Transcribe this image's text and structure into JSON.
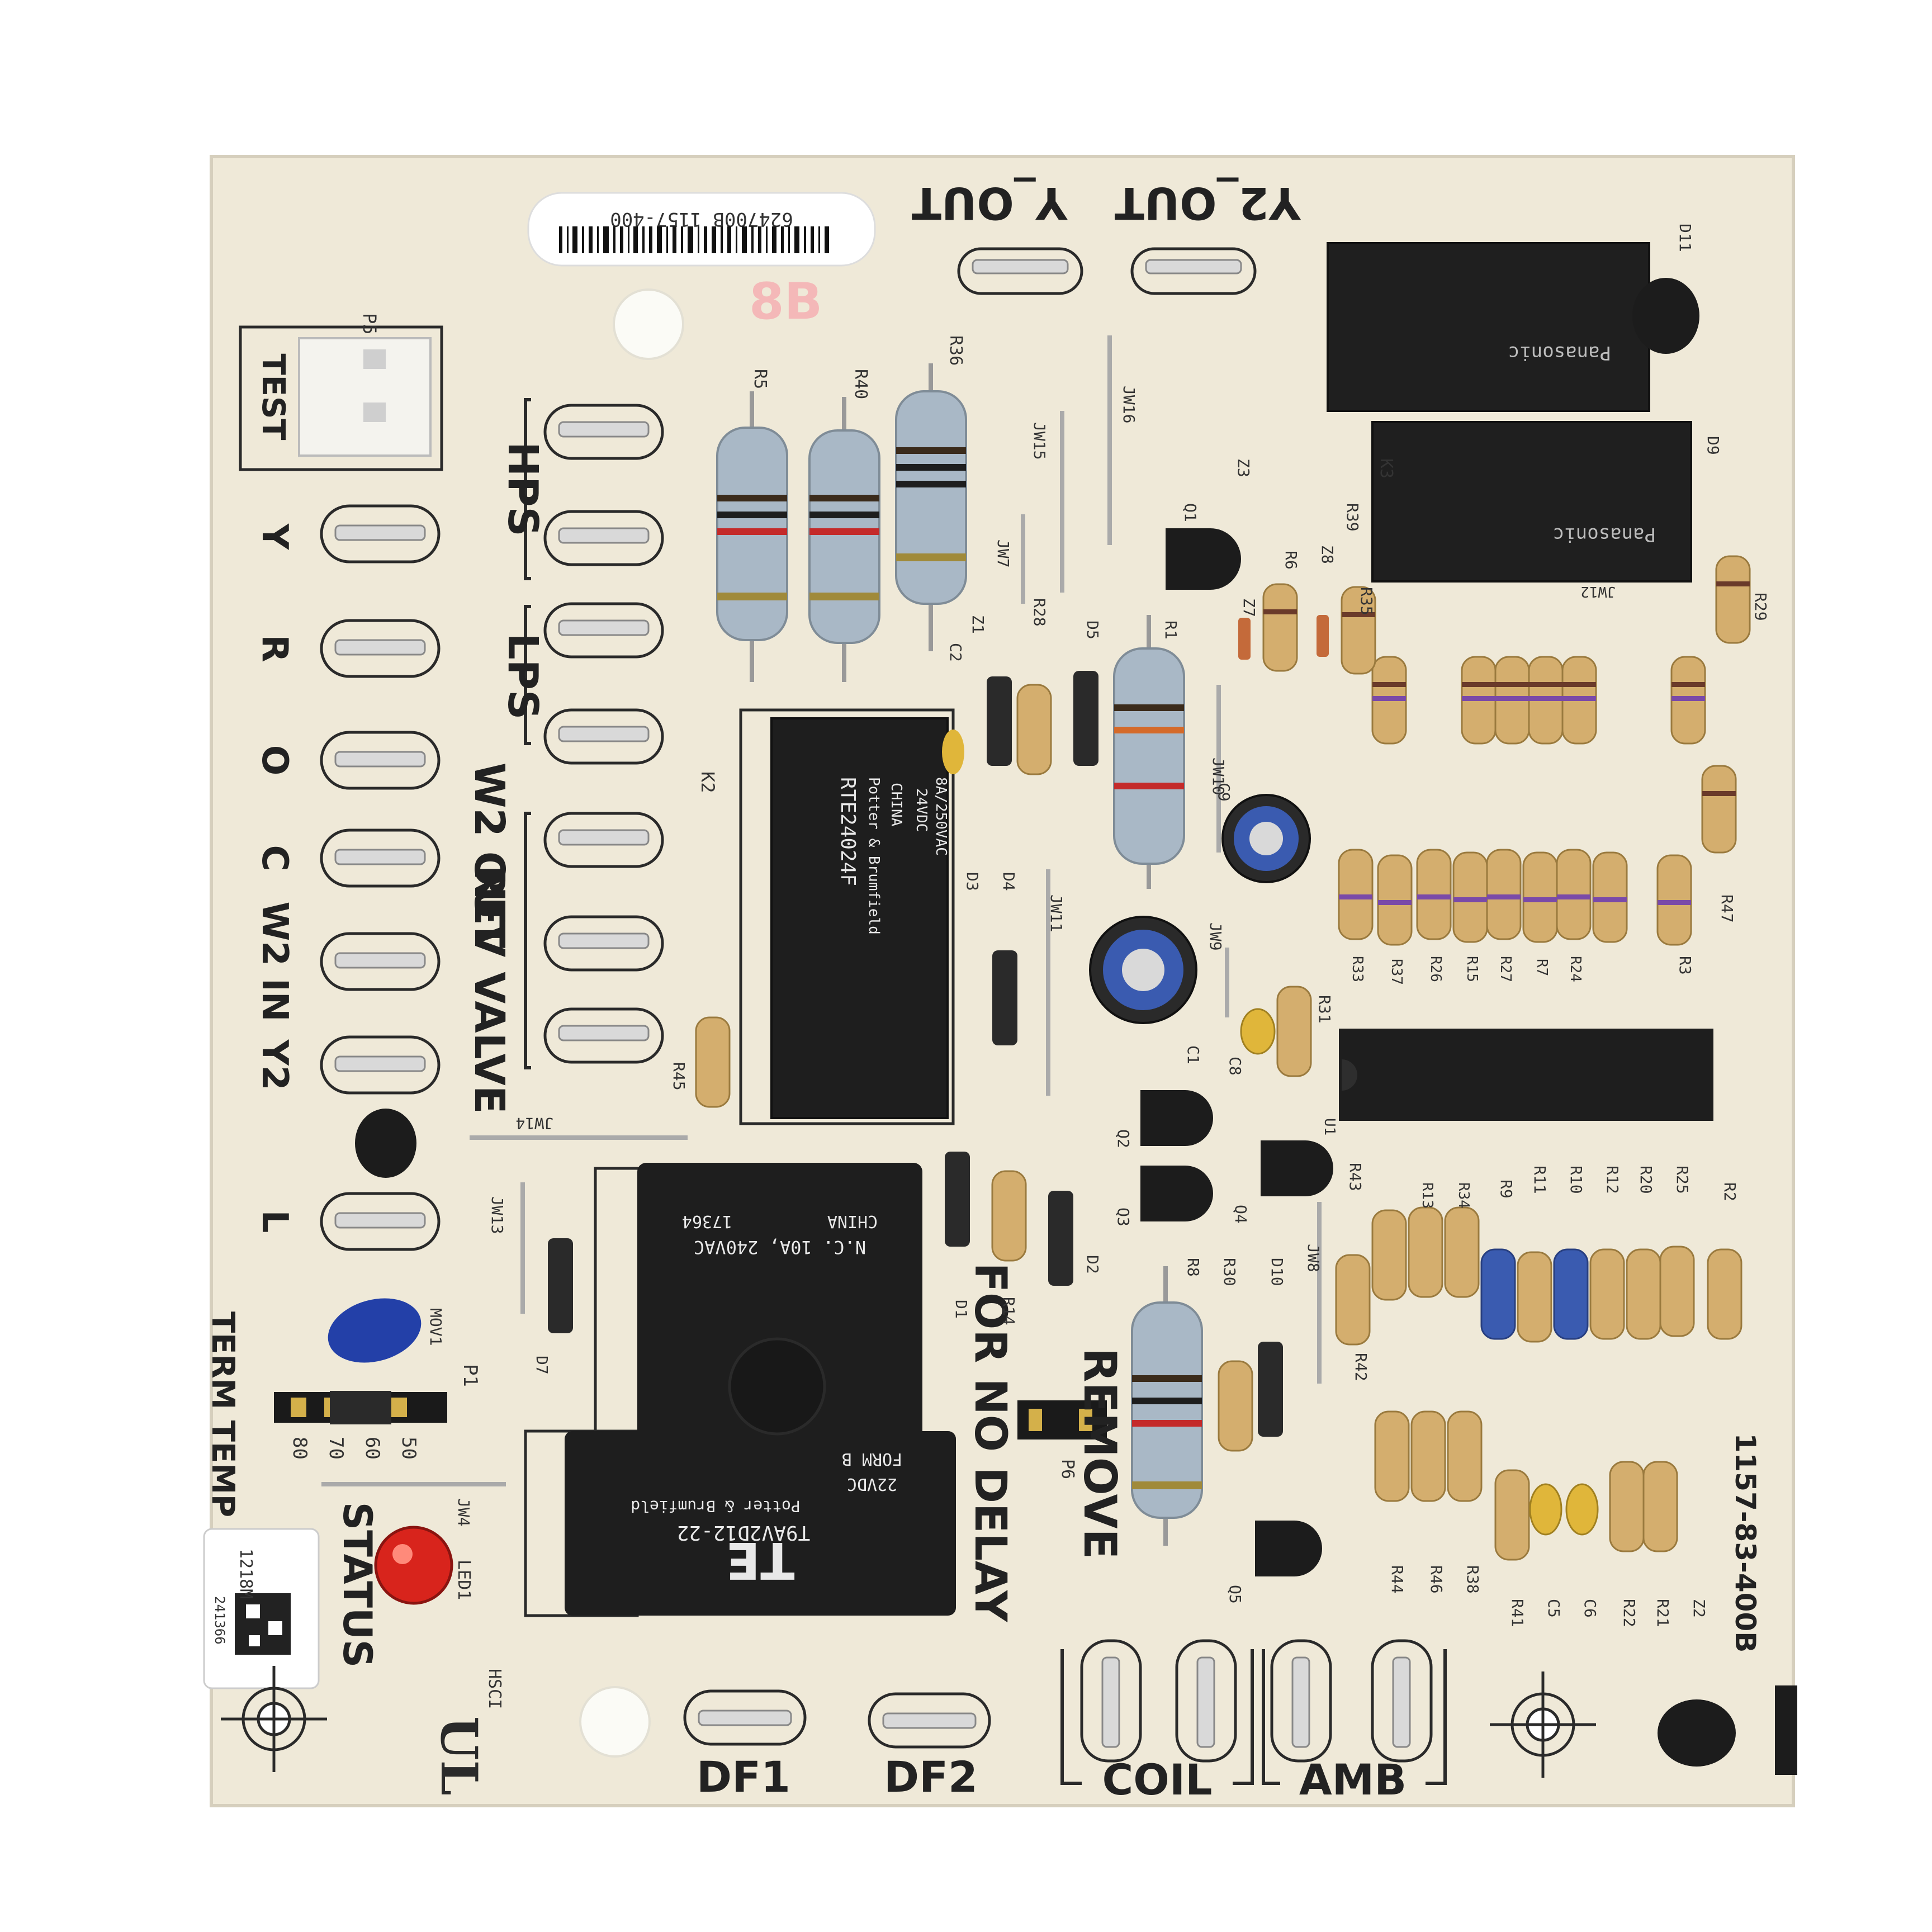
{
  "colors": {
    "board": "#efe9d8",
    "silkscreen": "#2a2a2a",
    "relay_black": "#1e1e1e",
    "resistor_body_blue": "#a9b8c6",
    "resistor_body_tan": "#d4ae6e",
    "terminal_metal": "#d9d9d9",
    "led_red": "#d8241c",
    "mov_blue": "#2340a8",
    "capacitor_blue": "#3a5bb0",
    "header_black": "#1a1a1a"
  },
  "label_sticker": {
    "text": "624700B 1157-400"
  },
  "date_sticker": {
    "code": "1218M",
    "serial": "241366"
  },
  "top_labels": [
    "Y2_OUT",
    "Y_OUT"
  ],
  "test_label": "TEST",
  "p5_label": "P5",
  "left_terminals": [
    "Y",
    "R",
    "O",
    "C",
    "W2 IN",
    "Y2",
    "L"
  ],
  "mid_labels": [
    "HPS",
    "LPS",
    "W2 OUT",
    "REV VALVE"
  ],
  "bottom_labels": [
    "DF1",
    "DF2",
    "COIL",
    "AMB"
  ],
  "status_label": "STATUS",
  "led_label": "LED1",
  "term_temp_label": "TERM TEMP",
  "temp_options": [
    "80",
    "70",
    "60",
    "50"
  ],
  "p1_label": "P1",
  "jw4_label": "JW4",
  "mov_label": "MOV1",
  "remove_label": "REMOVE",
  "for_no_delay_label": "FOR NO DELAY",
  "p6_label": "P6",
  "board_code": "1157-83-400B",
  "hsci_label": "HSCI",
  "relay_k2": {
    "model": "RTE24024F",
    "brand": "Potter & Brumfield",
    "origin": "CHINA",
    "coil": "24VDC",
    "rating": "8A/250VAC",
    "ref": "K2"
  },
  "relay_k1": {
    "brand_logo": "TE",
    "model": "T9AV2D12-22",
    "maker": "Potter & Brumfield",
    "coil": "22VDC",
    "form": "FORM B",
    "rating": "N.C. 10A, 240VAC",
    "code": "17364",
    "origin": "CHINA"
  },
  "relay_k3": {
    "brand": "Panasonic",
    "ref": "K3"
  },
  "relay_k4": {
    "brand": "Panasonic"
  },
  "component_refs": [
    "R5",
    "R40",
    "R36",
    "JW16",
    "JW15",
    "JW7",
    "R28",
    "Z1",
    "C2",
    "D5",
    "R1",
    "JW10",
    "C9",
    "D3",
    "D4",
    "JW11",
    "JW9",
    "C1",
    "C8",
    "R31",
    "R45",
    "JW14",
    "JW13",
    "D7",
    "D1",
    "R14",
    "D2",
    "R8",
    "R30",
    "D10",
    "JW8",
    "R43",
    "R42",
    "R9",
    "R11",
    "R10",
    "R12",
    "R20",
    "R25",
    "R2",
    "R44",
    "R46",
    "R38",
    "R41",
    "C5",
    "C6",
    "R22",
    "R21",
    "Z2",
    "R39",
    "R35",
    "R6",
    "Z8",
    "Z7",
    "Q1",
    "Z3",
    "D9",
    "D11",
    "R29",
    "R47",
    "R3",
    "R33",
    "R37",
    "R26",
    "R15",
    "R27",
    "R7",
    "R24",
    "R34",
    "R13",
    "Q2",
    "Q3",
    "Q4",
    "Q5",
    "JW12",
    "U1"
  ]
}
